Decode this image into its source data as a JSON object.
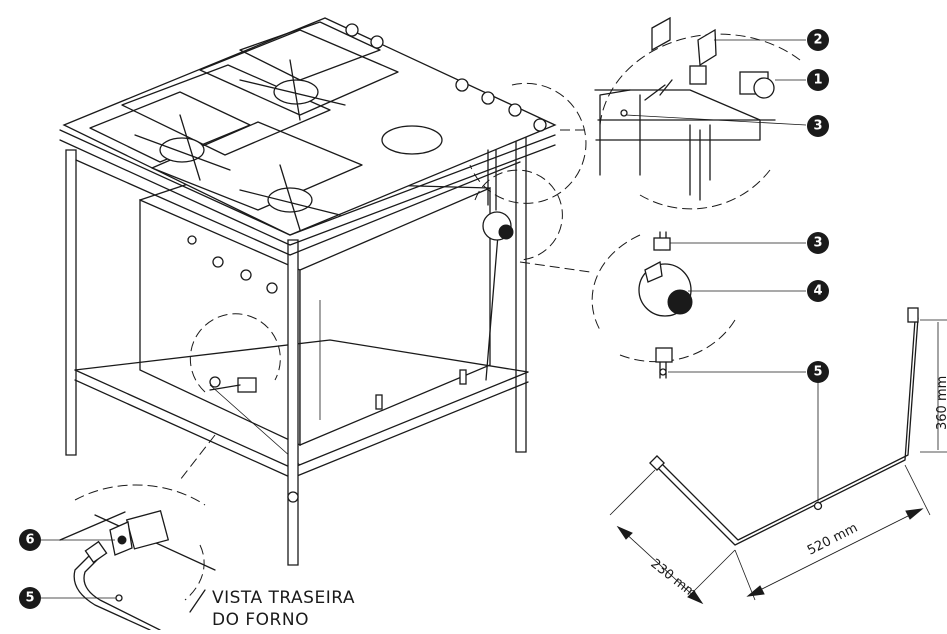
{
  "diagram": {
    "callouts": [
      {
        "id": "c1",
        "label": "1"
      },
      {
        "id": "c2",
        "label": "2"
      },
      {
        "id": "c3a",
        "label": "3"
      },
      {
        "id": "c3b",
        "label": "3"
      },
      {
        "id": "c4",
        "label": "4"
      },
      {
        "id": "c5a",
        "label": "5"
      },
      {
        "id": "c6",
        "label": "6"
      },
      {
        "id": "c5b",
        "label": "5"
      }
    ],
    "dimensions": {
      "depth": "230 mm",
      "width": "520 mm",
      "height": "360 mm"
    },
    "caption": {
      "line1": "VISTA TRASEIRA",
      "line2": "DO FORNO"
    }
  }
}
